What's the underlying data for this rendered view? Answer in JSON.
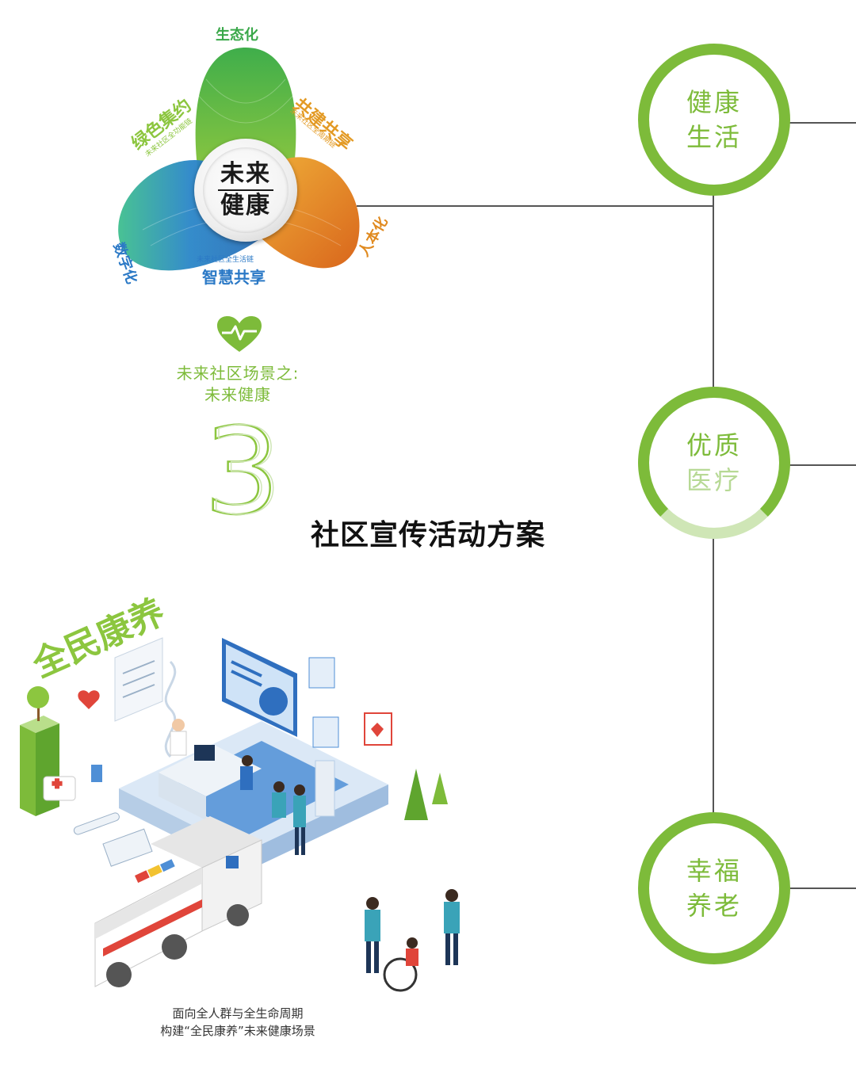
{
  "emblem": {
    "center_line1": "未来",
    "center_line2": "健康",
    "petal_top": "生态化",
    "petal_upper_left": "绿色集约",
    "petal_upper_left_sub": "未来社区全功能链",
    "petal_upper_right": "共建共享",
    "petal_upper_right_sub": "未来社区全周期链",
    "petal_bottom": "智慧共享",
    "petal_bottom_sub": "未来社区全生活链",
    "petal_left": "数字化",
    "petal_right": "人本化",
    "colors": {
      "green": "#3aa84a",
      "orange": "#e37b1f",
      "blue": "#2b79c6",
      "teal": "#33b3a0"
    }
  },
  "scene": {
    "title_line1": "未来社区场景之:",
    "title_line2": "未来健康",
    "number": "3",
    "heart_icon": "heart-pulse-icon"
  },
  "headline": "社区宣传活动方案",
  "timeline": [
    {
      "line1": "健康",
      "line2": "生活"
    },
    {
      "line1": "优质",
      "line2": "医疗"
    },
    {
      "line1": "幸福",
      "line2": "养老"
    }
  ],
  "illustration": {
    "title": "全民康养"
  },
  "caption": {
    "line1": "面向全人群与全生命周期",
    "line2": "构建“全民康养”未来健康场景"
  },
  "accent_color": "#7dbb3a"
}
